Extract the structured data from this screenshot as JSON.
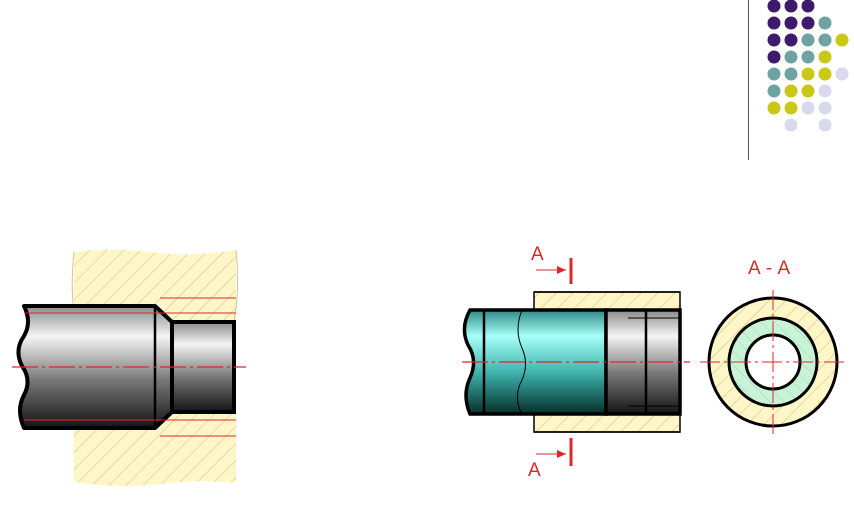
{
  "labels": {
    "section_top": "A",
    "section_bottom": "A",
    "section_view": "A - A"
  },
  "colors": {
    "hatch_fill": "#fff6c8",
    "hatch_line": "#d9c28a",
    "steel_light": "#f2f2f2",
    "steel_dark": "#1f1f1f",
    "cyan_light": "#8ff0ea",
    "cyan_dark": "#0a4a45",
    "bushing_green": "#c9f3d6",
    "red_line": "#e0262a",
    "outline": "#000000"
  },
  "decor": {
    "dot_colors": [
      "#3d1a6e",
      "#6fa3a1",
      "#c9c817",
      "#d9d9ee"
    ]
  }
}
